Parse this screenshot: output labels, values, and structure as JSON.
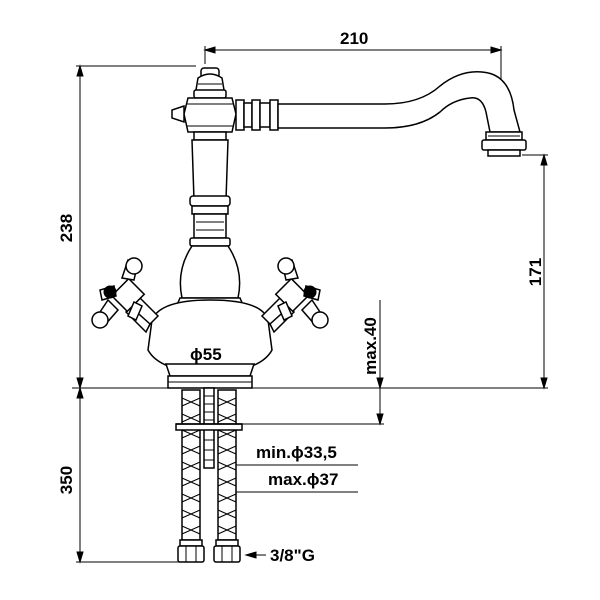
{
  "dimensions": {
    "width_spout": "210",
    "height_total": "238",
    "height_spout": "171",
    "max_thickness": "max.40",
    "base_diameter": "ϕ55",
    "hole_min": "min.ϕ33,5",
    "hole_max": "max.ϕ37",
    "hose_length": "350",
    "connection": "3/8\"G"
  }
}
